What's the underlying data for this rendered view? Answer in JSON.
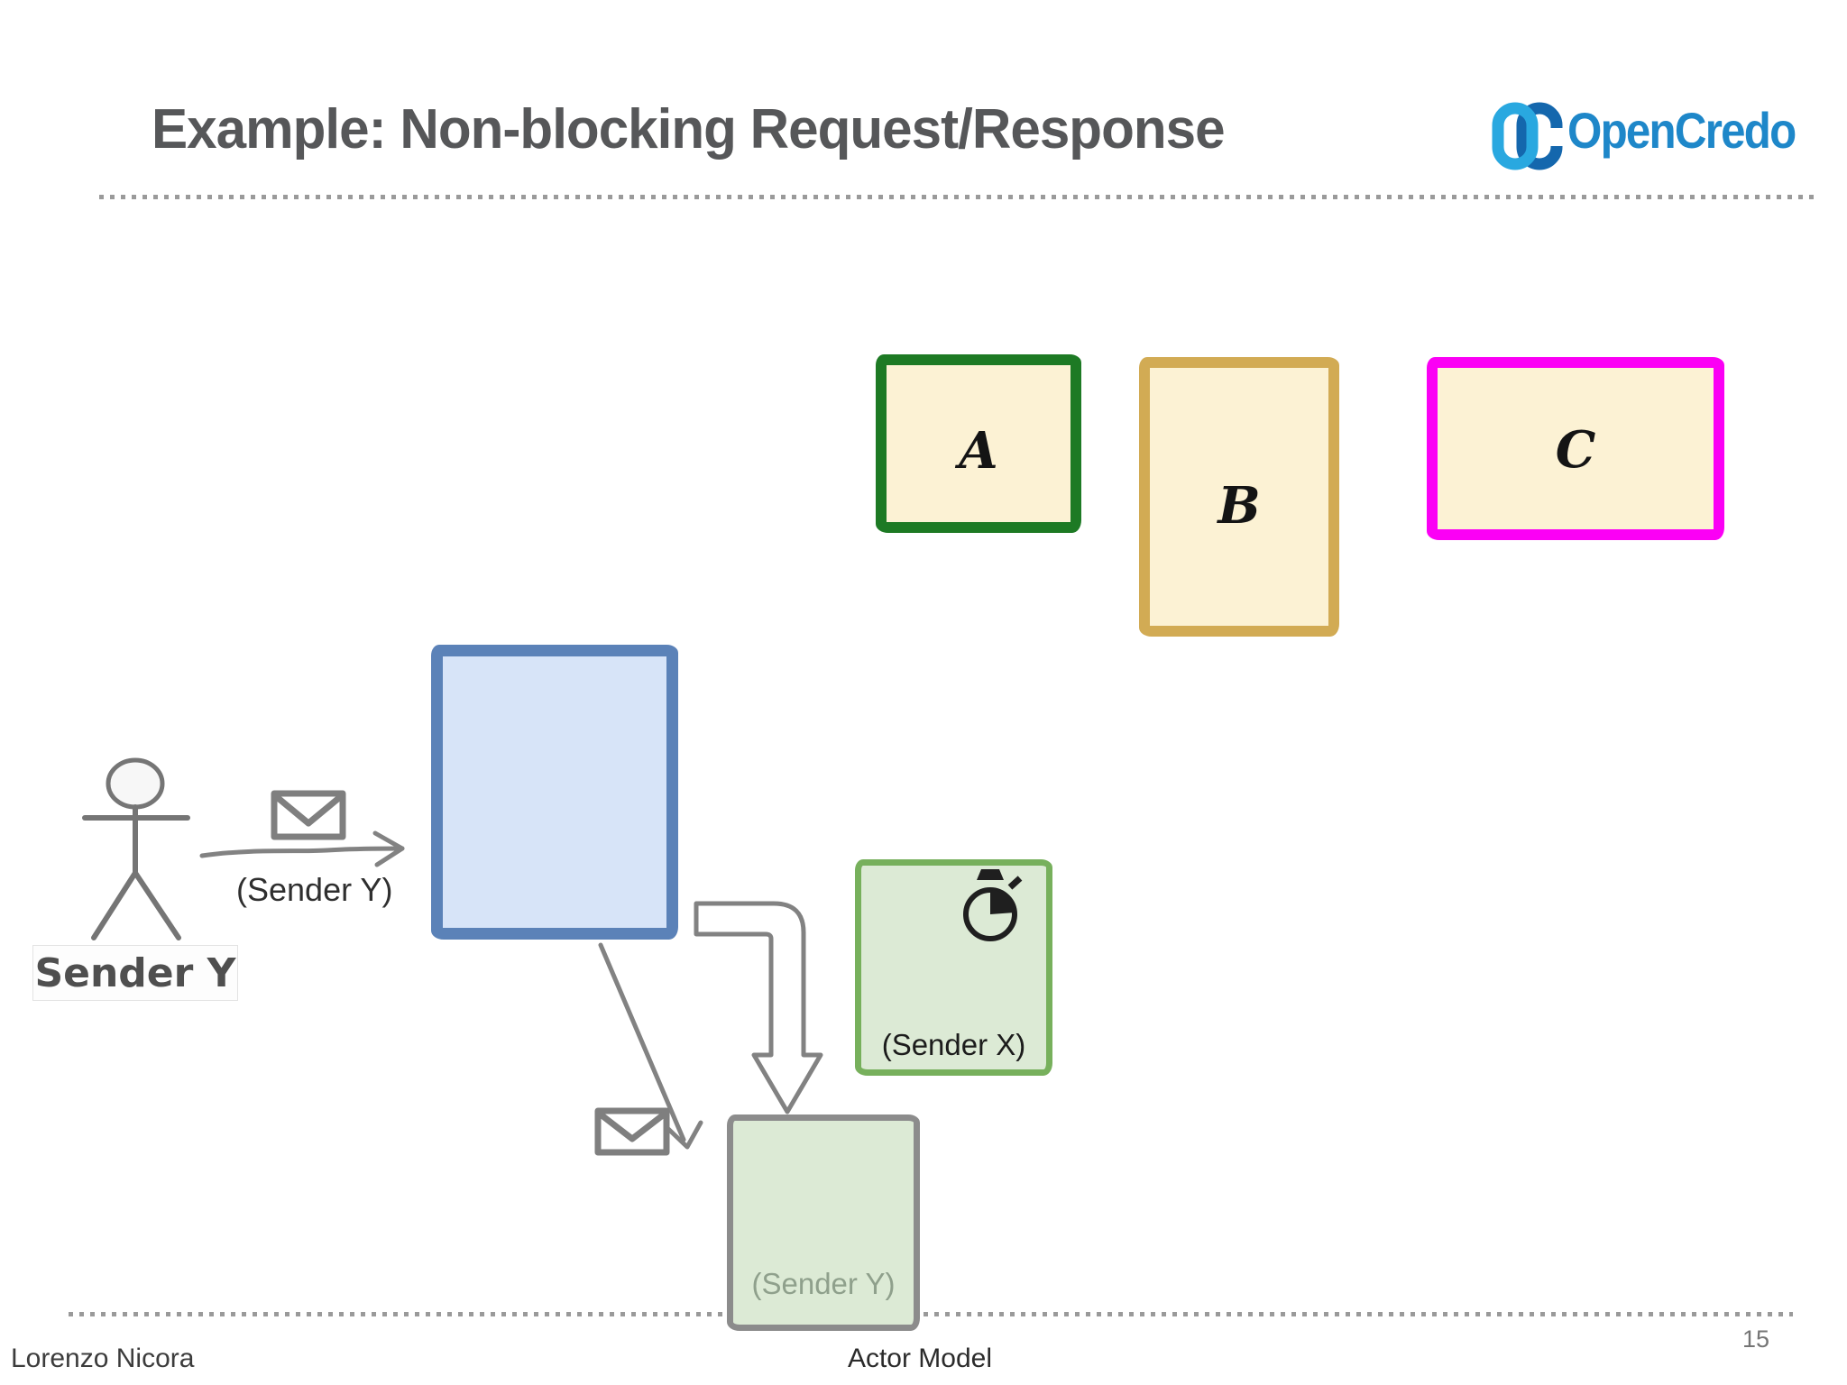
{
  "slide": {
    "title": "Example: Non-blocking Request/Response",
    "page_number": "15",
    "footer_author": "Lorenzo Nicora",
    "footer_center": "Actor Model"
  },
  "logo": {
    "monogram": "OC",
    "wordmark": "OpenCredo",
    "colors": {
      "o_ring": "#29a8e0",
      "c_ring": "#1467ad",
      "wordmark": "#1e87c9"
    }
  },
  "diagram": {
    "actor_boxes": [
      {
        "label": "A",
        "border_color": "#1d7a24",
        "fill_color": "#fcf2d4"
      },
      {
        "label": "B",
        "border_color": "#d2ab54",
        "fill_color": "#fcf2d4"
      },
      {
        "label": "C",
        "border_color": "#fb00f5",
        "fill_color": "#fcf2d4"
      }
    ],
    "main_actor_box": {
      "border_color": "#5b82b8",
      "fill_color": "#d7e4f8"
    },
    "sender_actor_label": "Sender Y",
    "request_arrow_label": "(Sender Y)",
    "worker_box": {
      "label": "(Sender X)",
      "icon": "stopwatch-icon",
      "border_color": "#77b05c",
      "fill_color": "#dcead5"
    },
    "reply_box": {
      "label": "(Sender Y)",
      "border_color": "#8c8c8c",
      "fill_color": "#dcead5"
    }
  }
}
